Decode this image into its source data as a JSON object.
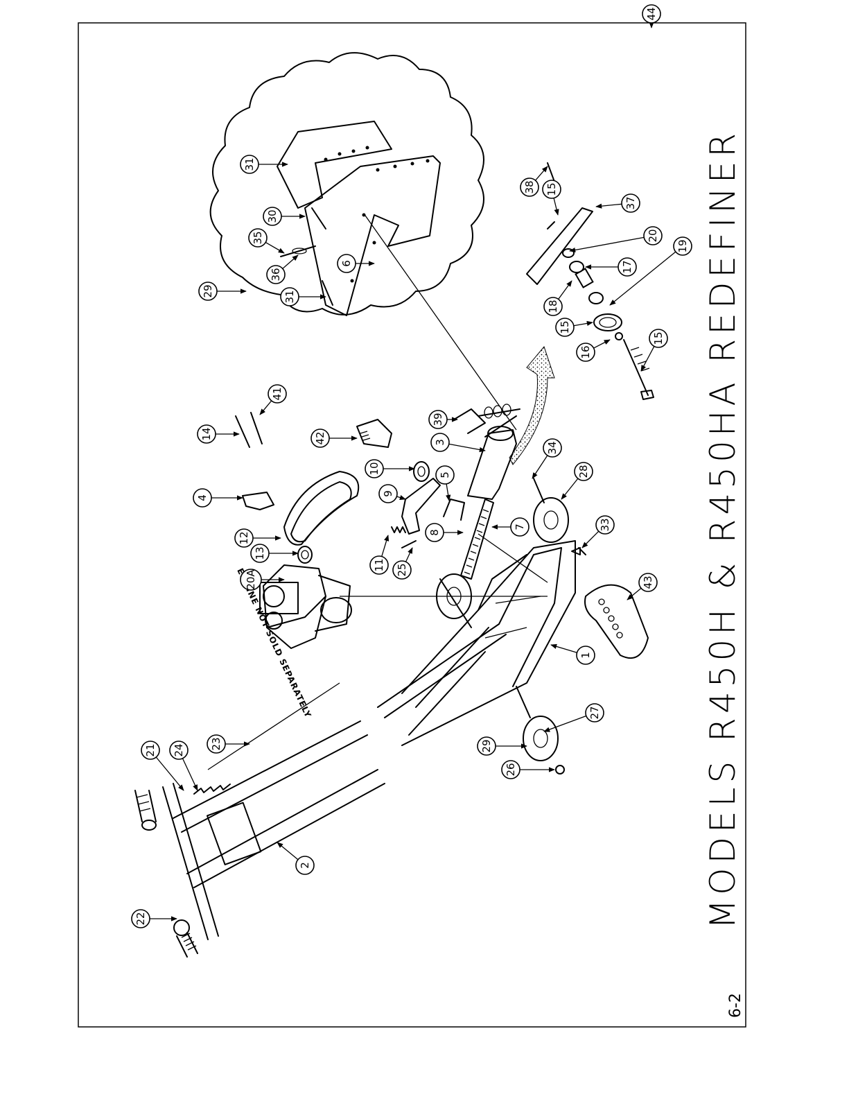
{
  "diagram": {
    "title": "MODELS R450H & R450HA REDEFINER",
    "page_number": "6-2",
    "engine_note": "ENGINE NOT SOLD SEPARATELY",
    "part_callouts": [
      "1",
      "2",
      "3",
      "4",
      "5",
      "6",
      "7",
      "8",
      "9",
      "10",
      "11",
      "12",
      "13",
      "14",
      "15",
      "15",
      "15",
      "16",
      "17",
      "18",
      "19",
      "20",
      "20A",
      "21",
      "22",
      "23",
      "24",
      "25",
      "26",
      "27",
      "28",
      "29",
      "29",
      "30",
      "31",
      "31",
      "33",
      "34",
      "35",
      "36",
      "37",
      "38",
      "39",
      "41",
      "42",
      "43",
      "44"
    ]
  }
}
